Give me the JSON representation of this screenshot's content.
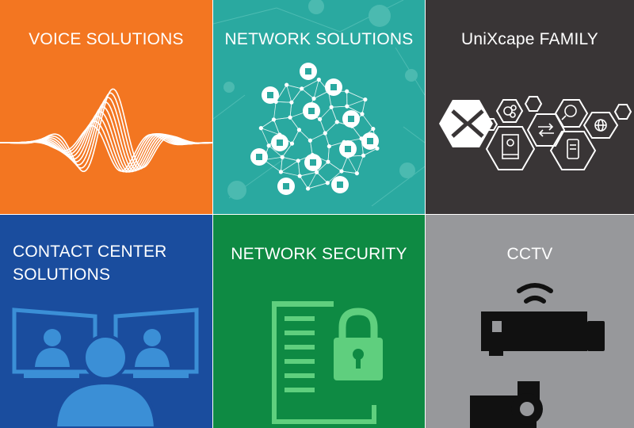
{
  "colors": {
    "voice": "#f37621",
    "network": "#2aa9a0",
    "family": "#393536",
    "contact": "#1a4d9e",
    "security": "#0e8a43",
    "cctv": "#97989b"
  },
  "tiles": [
    {
      "title": "VOICE SOLUTIONS",
      "icon": "sound-wave-icon"
    },
    {
      "title": "NETWORK SOLUTIONS",
      "icon": "network-globe-icon"
    },
    {
      "title": "UniXcape FAMILY",
      "icon": "hexagon-product-family-icon"
    },
    {
      "title_line1": "CONTACT CENTER",
      "title_line2": "SOLUTIONS",
      "icon": "contact-center-agents-icon"
    },
    {
      "title": "NETWORK SECURITY",
      "icon": "document-padlock-icon"
    },
    {
      "title": "CCTV",
      "icon": "cctv-camera-icon"
    }
  ]
}
